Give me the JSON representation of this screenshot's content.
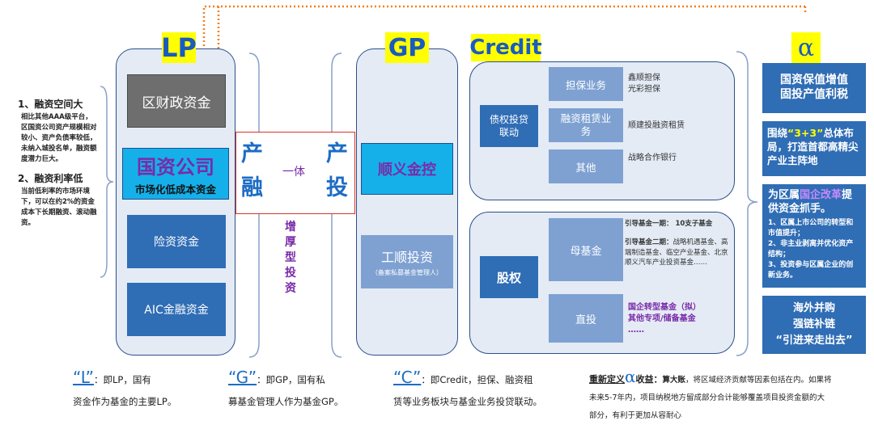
{
  "labels": {
    "lp": "LP",
    "gp": "GP",
    "credit": "Credit",
    "alpha": "α"
  },
  "left_note": {
    "h1": "1、融资空间大",
    "p1": "相比其他AAA级平台，区国资公司资产规模相对较小、资产负债率较低，未纳入城投名单，融资额度潜力巨大。",
    "h2": "2、融资利率低",
    "p2": "当前低利率的市场环境下，可以在约2%的资金成本下长期融资、滚动融资。"
  },
  "lp_column": {
    "fiscal": "区财政资金",
    "soe_title": "国资公司",
    "soe_sub": "市场化低成本资金",
    "insurance": "险资资金",
    "aic": "AIC金融资金"
  },
  "middle": {
    "chan1": "产",
    "rong": "融",
    "yiti": "一体",
    "chan2": "产",
    "tou": "投",
    "vertical": "增厚型投资"
  },
  "gp_column": {
    "shunyi": "顺义金控",
    "gongshun": "工顺投资",
    "gongshun_sub": "（备案私募基金管理人）"
  },
  "credit_top": {
    "category": "债权投贷联动",
    "rows": [
      {
        "label": "担保业务",
        "desc": "鑫顺担保\n光彩担保"
      },
      {
        "label": "融资租赁业务",
        "desc": "顺建投融资租赁"
      },
      {
        "label": "其他",
        "desc": "战略合作银行"
      }
    ]
  },
  "credit_bottom": {
    "category": "股权",
    "mother_label": "母基金",
    "mother_desc1": "引导基金一期： 10支子基金",
    "mother_desc2_bold": "引导基金二期：",
    "mother_desc2": "战略机遇基金、高端制造基金、临空产业基金、北京顺义汽车产业投资基金……",
    "direct_label": "直投",
    "direct_desc": "国企转型基金（拟）\n其他专项/储备基金\n……"
  },
  "alpha_cards": {
    "card1": "国资保值增值\n固投产值利税",
    "card2_pre": "围绕",
    "card2_hl": "“3+3”",
    "card2_post": "总体布局，打造首都高精尖产业主阵地",
    "card3_pre": "为区属",
    "card3_hl": "国企改革",
    "card3_post": "提供资金抓手。",
    "card3_items": "1、区属上市公司的转型和市值提升；\n2、非主业剥离并优化资产结构；\n3、投资参与区属企业的创新业务。",
    "card4": "海外并购\n强链补链\n“引进来走出去”"
  },
  "footer": {
    "l_letter": "“L”",
    "l_text1": "：即LP，国有",
    "l_text2": "资金作为基金的主要LP。",
    "g_letter": "“G”",
    "g_text1": "：即GP，国有私",
    "g_text2": "募基金管理人作为基金GP。",
    "c_letter": "“C”",
    "c_text1": "：即Credit，担保、融资租",
    "c_text2": "赁等业务板块与基金业务投贷联动。",
    "a_pre": "重新定义",
    "a_sym": "α",
    "a_mid": "收益：",
    "a_bold": "算大账",
    "a_text": "，将区域经济贡献等因素包括在内。如果将未来5-7年内，项目纳税地方留成部分合计能够覆盖项目投资金额的大部分，有利于更加从容耐心"
  },
  "colors": {
    "highlight": "#ffff00",
    "blue_dark": "#2f6db5",
    "cyan": "#15b0ea",
    "arrow": "#f0801d",
    "accent_purple": "#6a2ea8"
  }
}
